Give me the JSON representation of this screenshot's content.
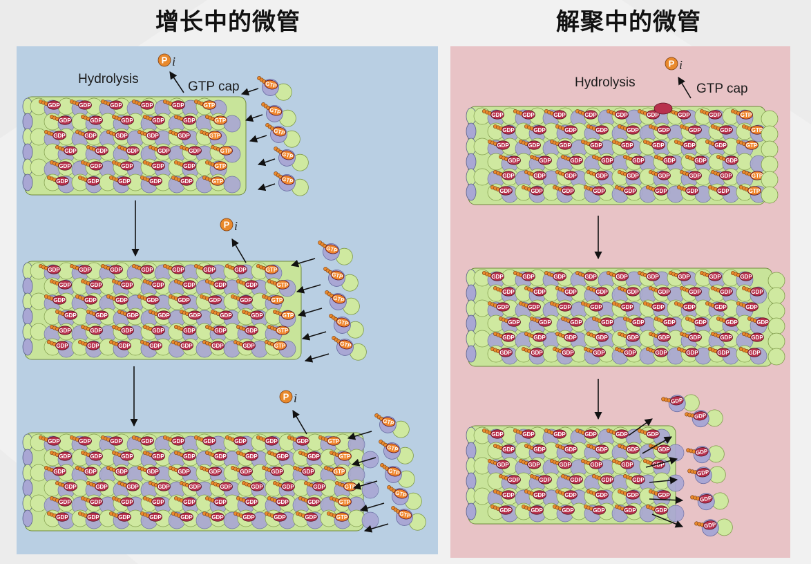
{
  "titles": {
    "left": "增长中的微管",
    "right": "解聚中的微管"
  },
  "labels": {
    "hydrolysis": "Hydrolysis",
    "gtp_cap": "GTP cap",
    "pi_letter": "P",
    "pi_sub": "i",
    "gdp": "GDP",
    "gtp": "GTP"
  },
  "colors": {
    "panel_left": "#b9cfe3",
    "panel_right": "#e8c3c6",
    "alpha_tubulin": "#cfe9a0",
    "beta_tubulin": "#a9a7d4",
    "gdp_badge": "#b8314d",
    "gtp_badge": "#f0862d",
    "phosphate": "#e9892c"
  },
  "icons": [
    "pi-phosphate-icon",
    "arrow-icon"
  ]
}
